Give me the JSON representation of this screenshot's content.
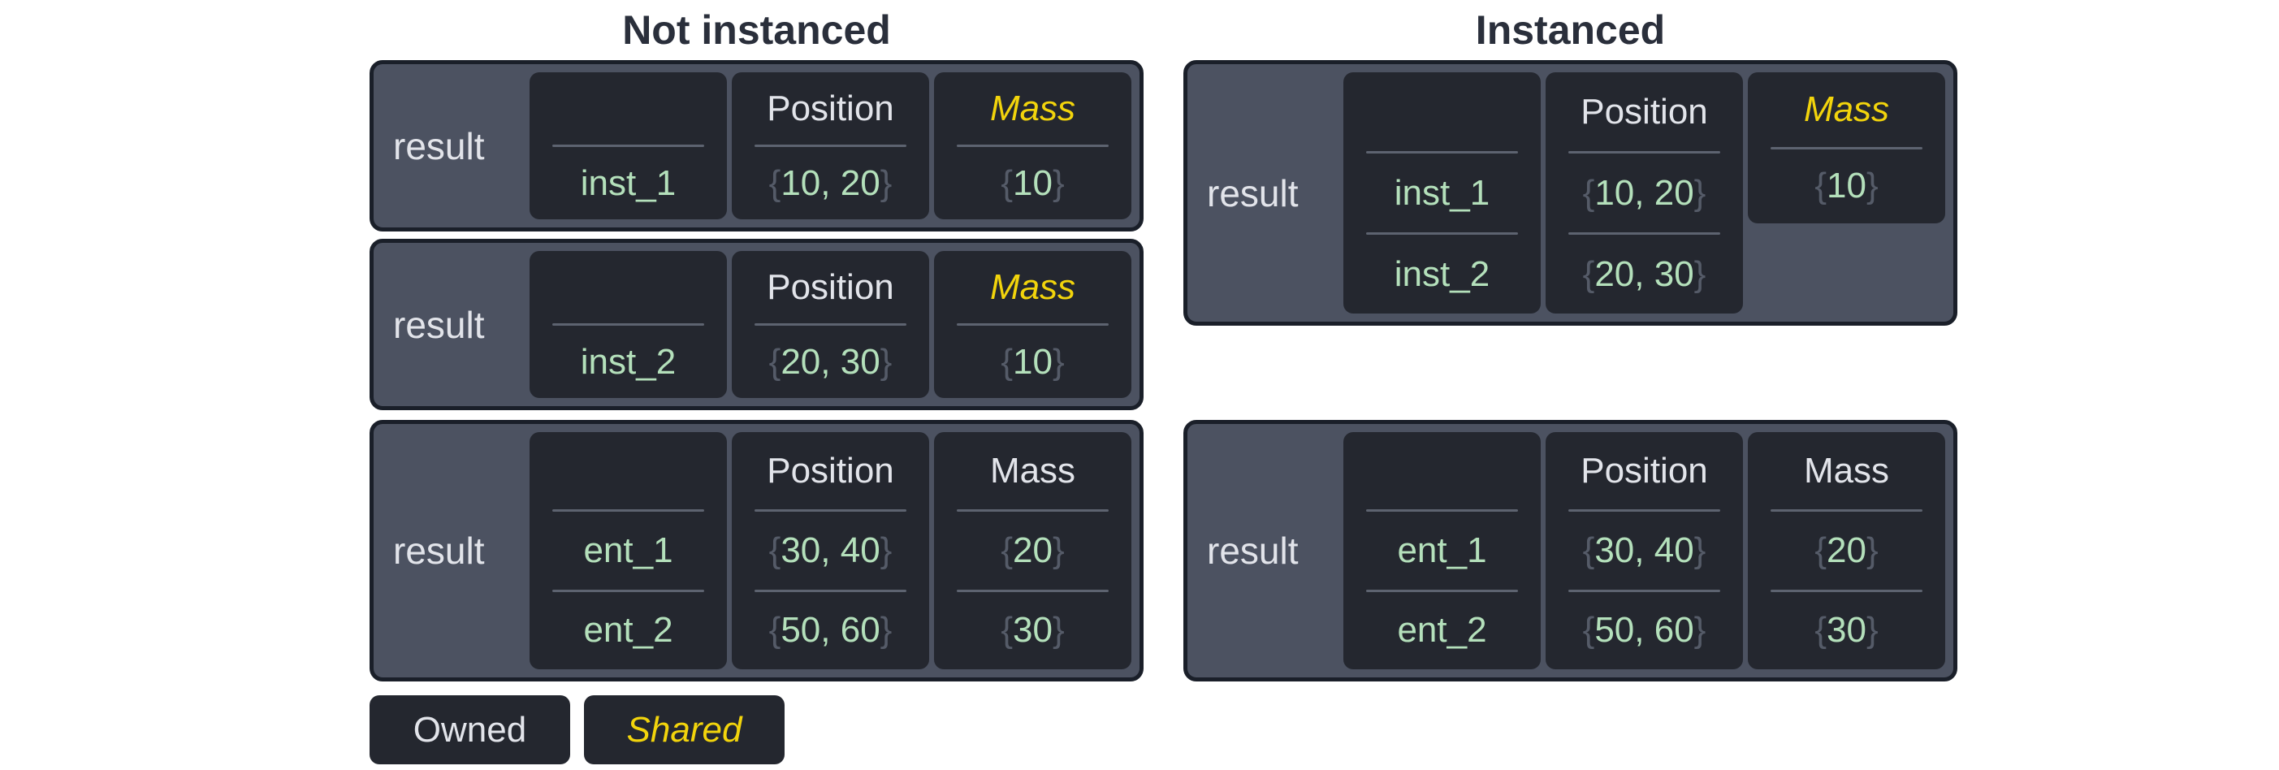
{
  "colors": {
    "page_bg": "#ffffff",
    "title_color": "#2a2f3b",
    "box_border": "#1a1f29",
    "box_bg": "#4c5261",
    "cell_bg": "#24272f",
    "divider": "#5d6370",
    "text_light": "#e2e4ea",
    "value_green": "#b4e0bb",
    "brace_gray": "#555b68",
    "shared_yellow": "#f2d40c"
  },
  "legend": {
    "owned_label": "Owned",
    "shared_label": "Shared"
  },
  "sections": [
    {
      "title": "Not instanced",
      "tables": [
        {
          "label": "result",
          "columns": [
            {
              "header": "",
              "shared": false,
              "values": [
                "inst_1"
              ]
            },
            {
              "header": "Position",
              "shared": false,
              "values": [
                "{10, 20}"
              ]
            },
            {
              "header": "Mass",
              "shared": true,
              "values": [
                "{10}"
              ]
            }
          ]
        },
        {
          "label": "result",
          "columns": [
            {
              "header": "",
              "shared": false,
              "values": [
                "inst_2"
              ]
            },
            {
              "header": "Position",
              "shared": false,
              "values": [
                "{20, 30}"
              ]
            },
            {
              "header": "Mass",
              "shared": true,
              "values": [
                "{10}"
              ]
            }
          ]
        },
        {
          "label": "result",
          "columns": [
            {
              "header": "",
              "shared": false,
              "values": [
                "ent_1",
                "ent_2"
              ]
            },
            {
              "header": "Position",
              "shared": false,
              "values": [
                "{30, 40}",
                "{50, 60}"
              ]
            },
            {
              "header": "Mass",
              "shared": false,
              "values": [
                "{20}",
                "{30}"
              ]
            }
          ]
        }
      ]
    },
    {
      "title": "Instanced",
      "tables": [
        {
          "label": "result",
          "columns": [
            {
              "header": "",
              "shared": false,
              "values": [
                "inst_1",
                "inst_2"
              ]
            },
            {
              "header": "Position",
              "shared": false,
              "values": [
                "{10, 20}",
                "{20, 30}"
              ]
            },
            {
              "header": "Mass",
              "shared": true,
              "values": [
                "{10}"
              ]
            }
          ]
        },
        {
          "label": "result",
          "columns": [
            {
              "header": "",
              "shared": false,
              "values": [
                "ent_1",
                "ent_2"
              ]
            },
            {
              "header": "Position",
              "shared": false,
              "values": [
                "{30, 40}",
                "{50, 60}"
              ]
            },
            {
              "header": "Mass",
              "shared": false,
              "values": [
                "{20}",
                "{30}"
              ]
            }
          ]
        }
      ]
    }
  ]
}
